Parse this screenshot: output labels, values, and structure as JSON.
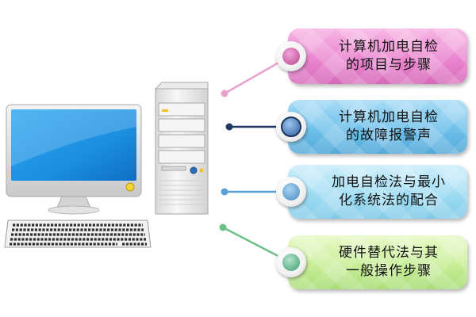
{
  "items": [
    {
      "line1": "计算机加电自检",
      "line2": "的项目与步骤"
    },
    {
      "line1": "计算机加电自检",
      "line2": "的故障报警声"
    },
    {
      "line1": "加电自检法与最小",
      "line2": "化系统法的配合"
    },
    {
      "line1": "硬件替代法与其",
      "line2": "一般操作步骤"
    }
  ],
  "colors": {
    "pink": "#e27ec8",
    "blue": "#5fb5e6",
    "light_blue": "#9fdcf3",
    "green": "#c8ee98",
    "connector_pink": "#e9a2cc",
    "connector_navy": "#1f3860",
    "connector_blue": "#5aa0d6",
    "connector_green": "#6cc08a"
  },
  "icons": [
    "monitor-icon",
    "keyboard-icon",
    "tower-case-icon"
  ]
}
